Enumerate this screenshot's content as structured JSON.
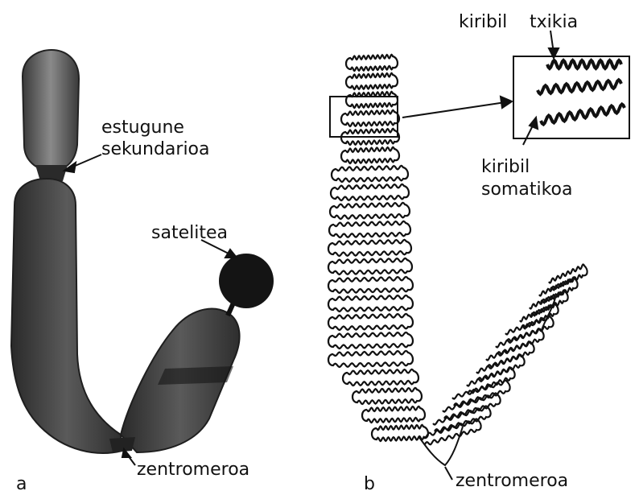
{
  "panels": {
    "a": {
      "letter": "a"
    },
    "b": {
      "letter": "b"
    }
  },
  "labels": {
    "secondary_constriction_line1": "estugune",
    "secondary_constriction_line2": "sekundarioa",
    "satellite": "satelitea",
    "centromere_a": "zentromeroa",
    "centromere_b": "zentromeroa",
    "thread_small_w1": "kiribil",
    "thread_small_w2": "txikia",
    "thread_somatic_line1": "kiribil",
    "thread_somatic_line2": "somatikoa"
  },
  "colors": {
    "chromatid": "#3a3a3a",
    "ink": "#111111"
  }
}
